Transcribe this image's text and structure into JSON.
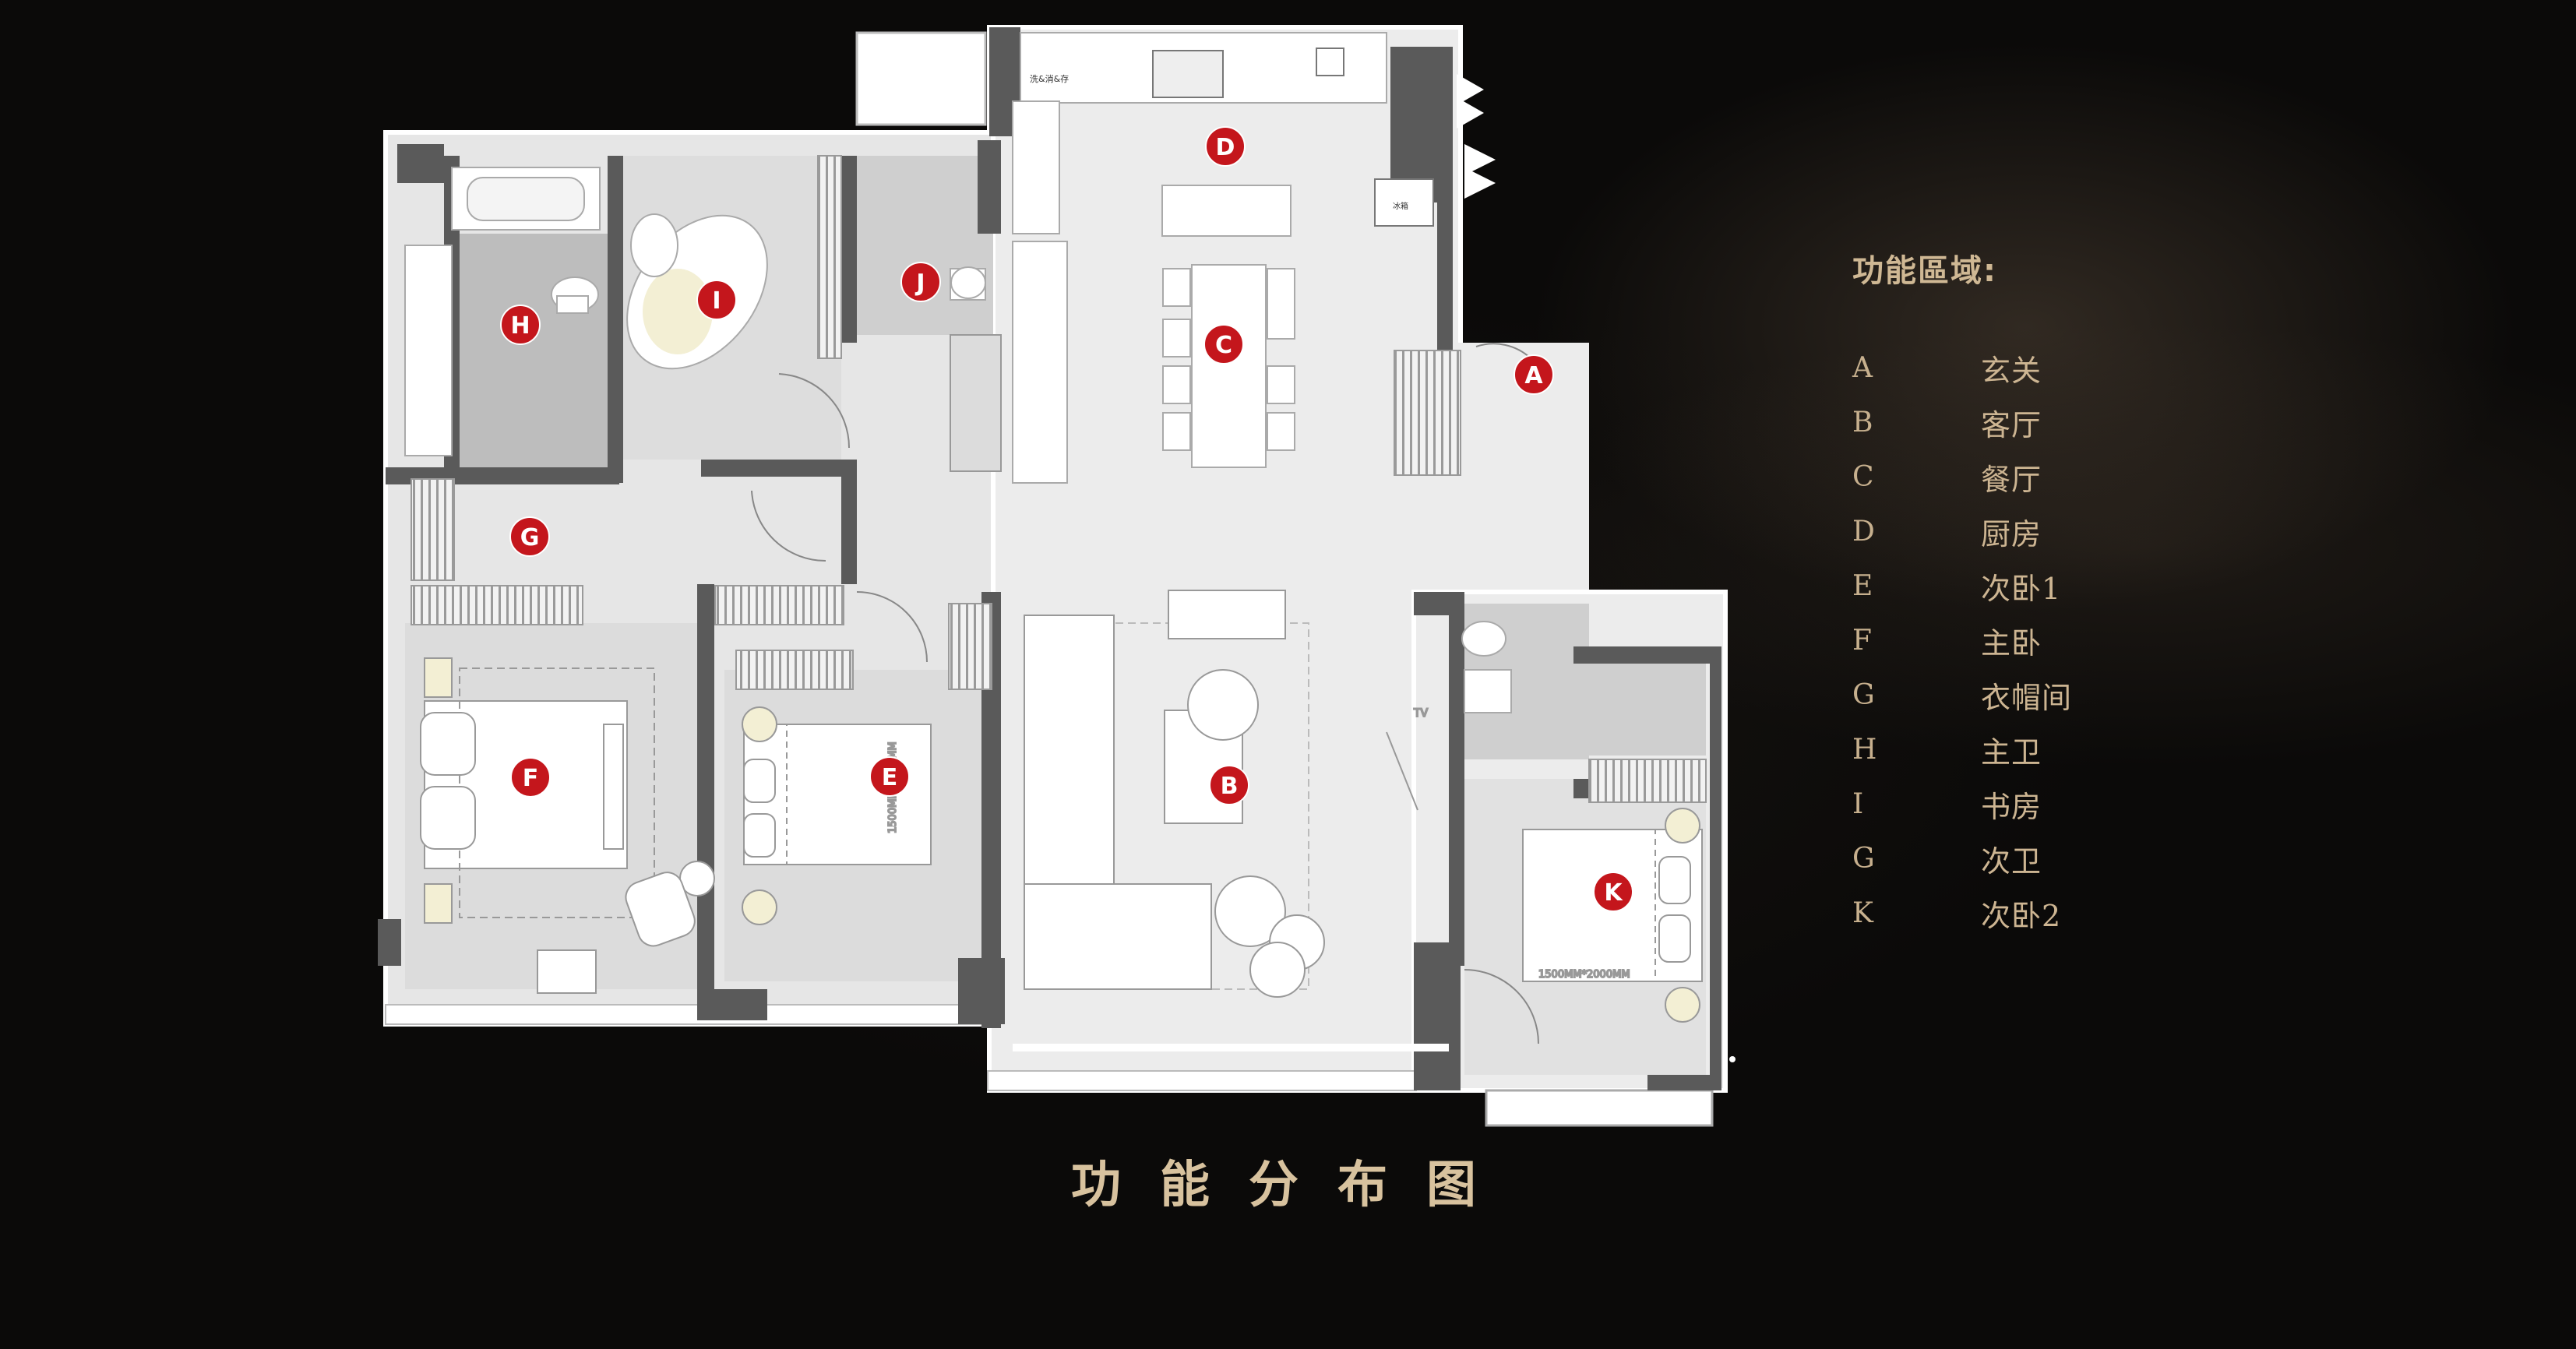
{
  "legend": {
    "title": "功能區域:",
    "items": [
      {
        "key": "A",
        "label": "玄关"
      },
      {
        "key": "B",
        "label": "客厅"
      },
      {
        "key": "C",
        "label": "餐厅"
      },
      {
        "key": "D",
        "label": "厨房"
      },
      {
        "key": "E",
        "label": "次卧1"
      },
      {
        "key": "F",
        "label": "主卧"
      },
      {
        "key": "G",
        "label": "衣帽间"
      },
      {
        "key": "H",
        "label": "主卫"
      },
      {
        "key": "I",
        "label": "书房"
      },
      {
        "key": "G",
        "label": "次卫"
      },
      {
        "key": "K",
        "label": "次卧2"
      }
    ]
  },
  "caption": "功能分布图",
  "plan": {
    "markers": [
      "A",
      "B",
      "C",
      "D",
      "E",
      "F",
      "G",
      "H",
      "I",
      "J",
      "K"
    ],
    "bed_labels": {
      "second_bedroom": "1500MM*2000MM",
      "third_bedroom": "1500MM*2000MM"
    },
    "kitchen_label": "洗&消&存",
    "fridge_label": "冰箱",
    "tv_label": "TV"
  },
  "colors": {
    "background": "#0b0a09",
    "marker": "#c4161c",
    "wall": "#555555",
    "floor": "#e9e9e9",
    "legend_text": "#c8b08c"
  }
}
